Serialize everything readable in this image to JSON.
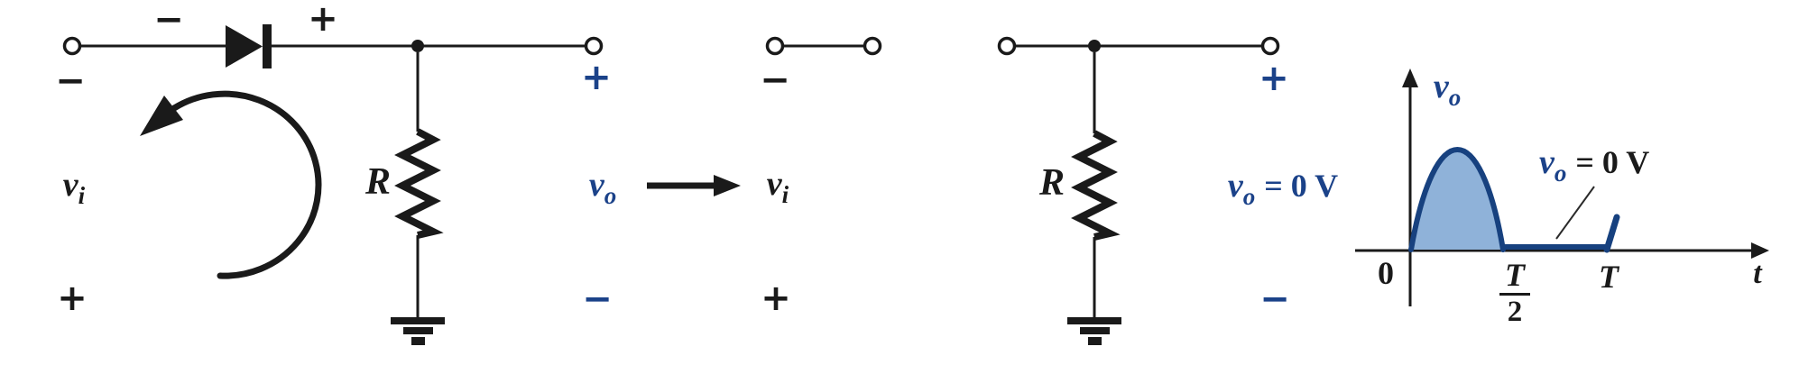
{
  "colors": {
    "line_black": "#1a1a1a",
    "label_navy": "#1b4289",
    "wave_stroke": "#17417f",
    "wave_fill": "#8fb2d9",
    "background": "#ffffff"
  },
  "circuit1": {
    "diode_anode_sign": "−",
    "diode_cathode_sign": "+",
    "input": {
      "top_sign": "−",
      "v": "v",
      "sub": "i",
      "bottom_sign": "+"
    },
    "resistor_label": "R",
    "output": {
      "top_sign": "+",
      "v": "v",
      "sub": "o",
      "bottom_sign": "−"
    }
  },
  "equivalent": {
    "input": {
      "top_sign": "−",
      "v": "v",
      "sub": "i",
      "bottom_sign": "+"
    }
  },
  "circuit2": {
    "resistor_label": "R",
    "output": {
      "top_sign": "+",
      "v": "v",
      "sub": "o",
      "eq": "= 0 V",
      "bottom_sign": "−"
    }
  },
  "graph": {
    "y_axis_label": {
      "v": "v",
      "sub": "o"
    },
    "origin_label": "0",
    "half_period": {
      "num": "T",
      "den": "2"
    },
    "period_label": "T",
    "x_axis_label": "t",
    "annotation": {
      "v": "v",
      "sub": "o",
      "eq": "= 0 V"
    }
  },
  "chart_data": {
    "type": "line",
    "title": "Half-wave rectified output voltage vo versus time",
    "xlabel": "t",
    "ylabel": "vo",
    "x_ticks": [
      "0",
      "T/2",
      "T"
    ],
    "ylim_note": "peak amplitude unlabeled (Vm)",
    "series": [
      {
        "name": "vo",
        "description": "positive half sine from 0 to T/2 (peak at T/4), vo = 0 V flat from T/2 to T, next positive half-cycle begins rising at T",
        "points": [
          {
            "x": "0",
            "y": 0
          },
          {
            "x": "T/4",
            "y": "Vm (peak)"
          },
          {
            "x": "T/2",
            "y": 0
          },
          {
            "x": "T",
            "y": 0
          },
          {
            "x": "just after T",
            "y": "rising"
          }
        ]
      }
    ],
    "annotations": [
      "vo = 0 V between T/2 and T"
    ],
    "legend": "none",
    "grid": false
  }
}
